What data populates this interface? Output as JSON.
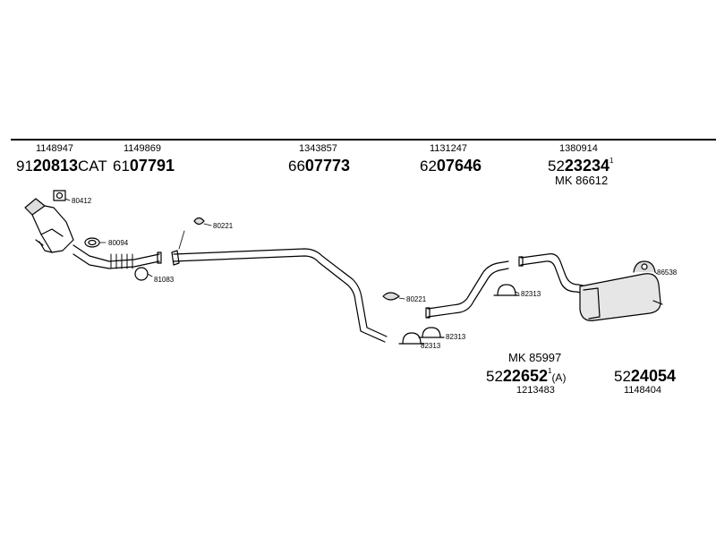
{
  "parts": [
    {
      "ref": "1148947",
      "prefix": "91",
      "code": "20813",
      "suffix": "CAT"
    },
    {
      "ref": "1149869",
      "prefix": "61",
      "code": "07791",
      "suffix": ""
    },
    {
      "ref": "1343857",
      "prefix": "66",
      "code": "07773",
      "suffix": ""
    },
    {
      "ref": "1131247",
      "prefix": "62",
      "code": "07646",
      "suffix": ""
    },
    {
      "ref": "1380914",
      "prefix": "52",
      "code": "23234",
      "suffix": "1",
      "kit": "MK  86612"
    }
  ],
  "rear": {
    "kit": "MK  85997",
    "left_prefix": "52",
    "left_code": "22652",
    "left_sup": "1",
    "left_suffix": "(A)",
    "left_ref": "1213483",
    "right_prefix": "52",
    "right_code": "24054",
    "right_ref": "1148404"
  },
  "callouts": [
    "80412",
    "80094",
    "81083",
    "80221",
    "80221",
    "82313",
    "82313",
    "82313",
    "86538"
  ]
}
